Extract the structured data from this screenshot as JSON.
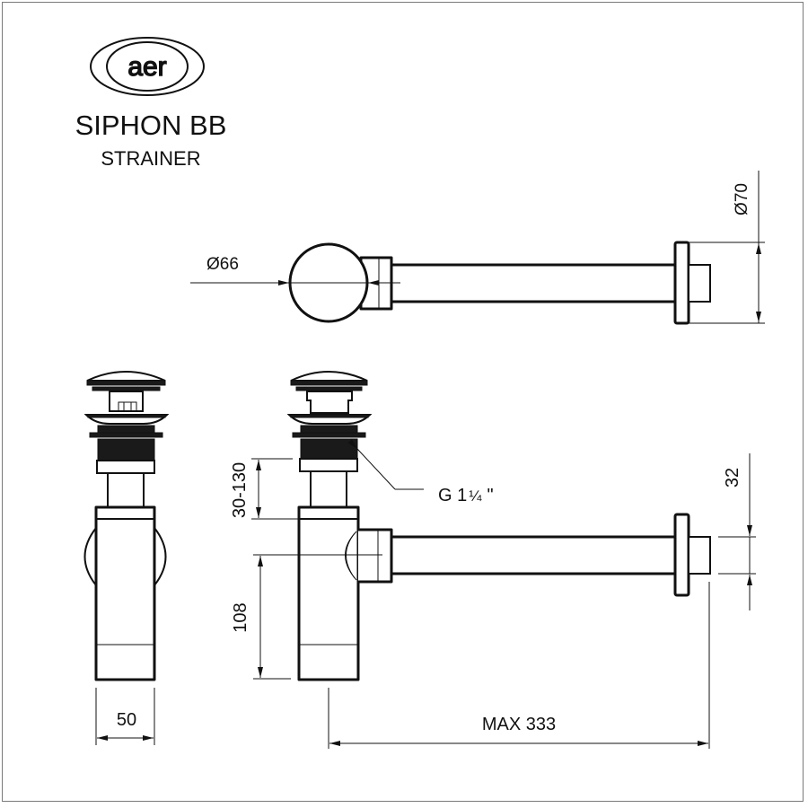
{
  "brand": {
    "logo_text": "aer"
  },
  "title": {
    "product_name": "SIPHON BB",
    "subtitle": "STRAINER"
  },
  "dimensions": {
    "top_view_ball_diameter": "Ø66",
    "wall_flange_diameter": "Ø70",
    "thread_spec_prefix": "G 1",
    "thread_spec_fraction": "¼",
    "thread_spec_suffix": "\"",
    "height_adjust_range": "30-130",
    "outlet_height": "108",
    "outlet_pipe_diameter": "32",
    "side_width": "50",
    "max_length": "MAX 333"
  },
  "views": [
    "top-view",
    "side-view",
    "front-view"
  ],
  "colors": {
    "line": "#111111",
    "frame": "#7a7a7a",
    "background": "#ffffff"
  }
}
